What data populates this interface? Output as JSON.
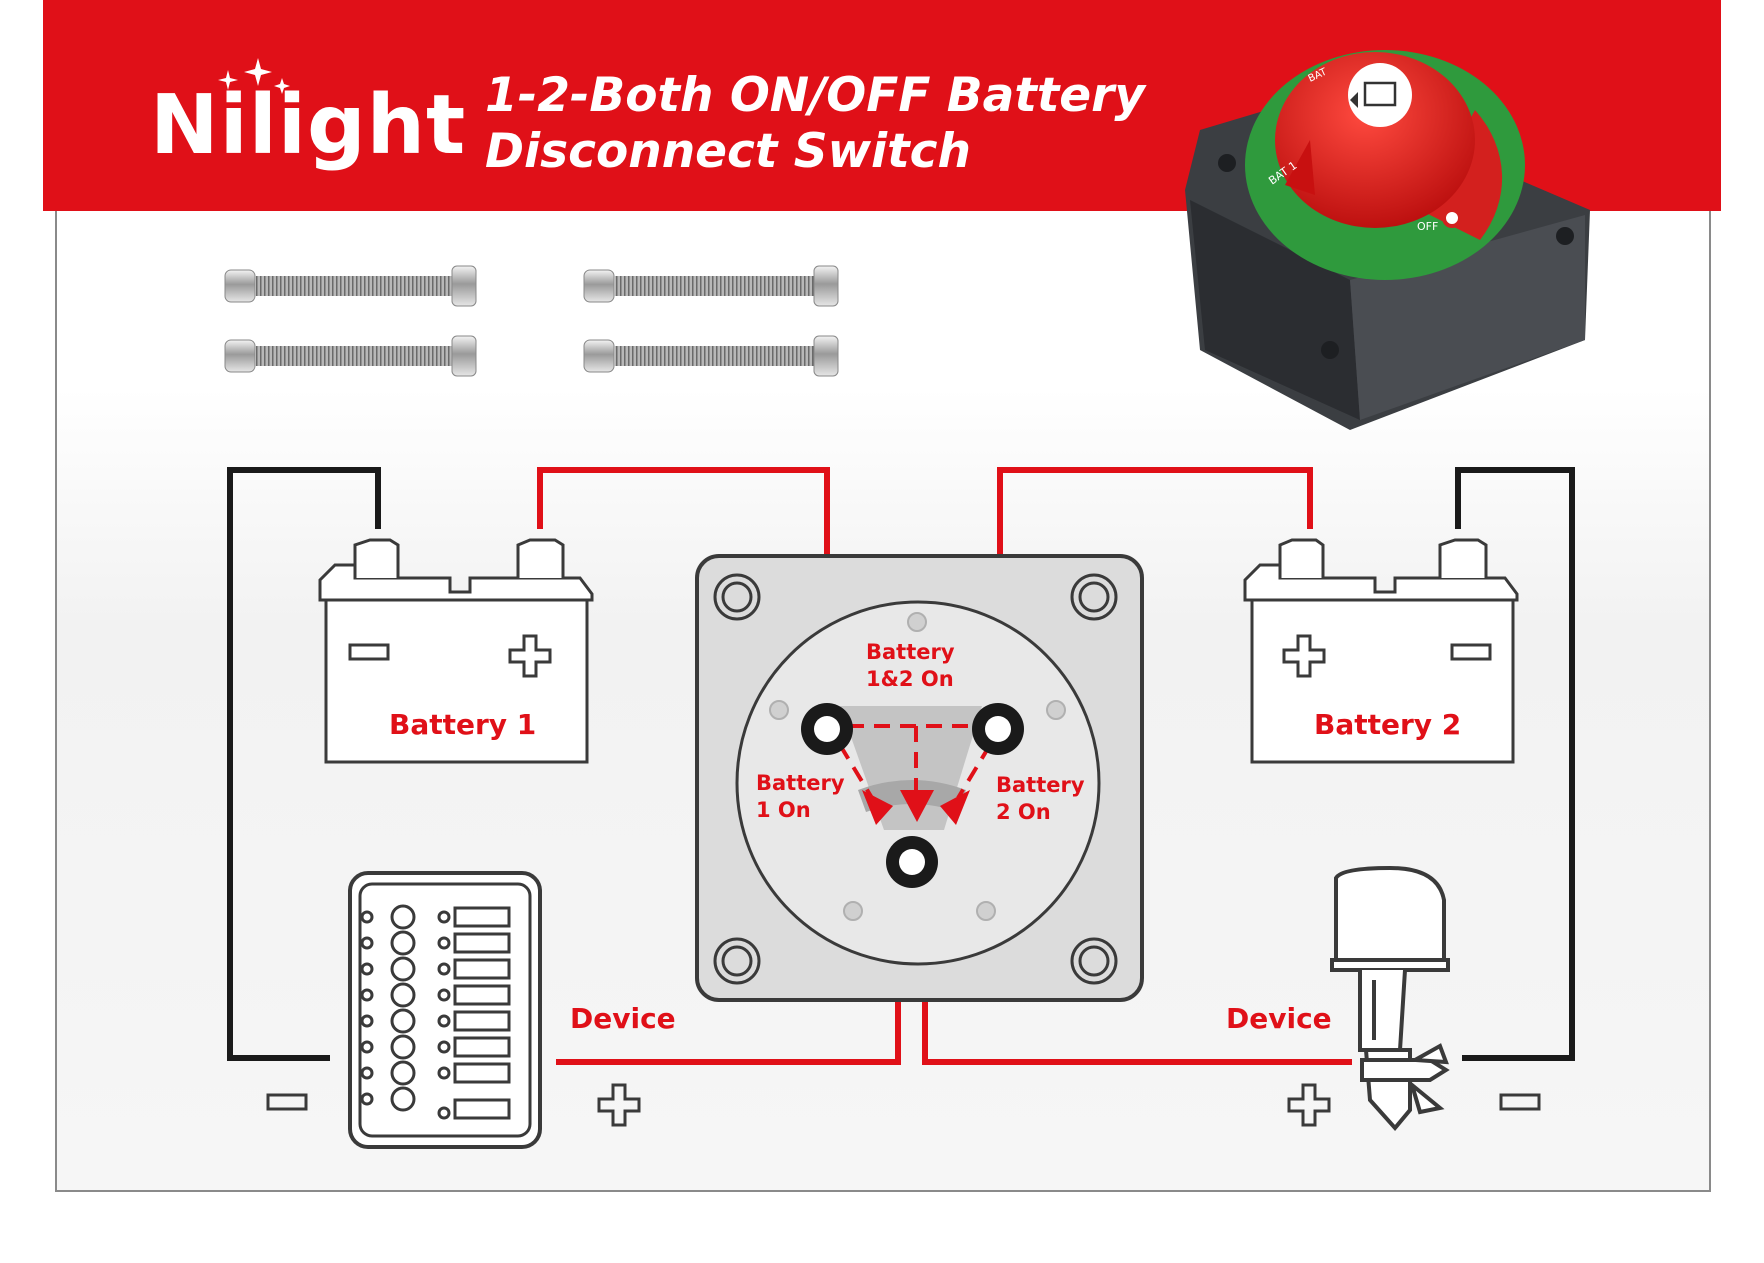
{
  "brand": "Nilight",
  "title": {
    "line1": "1-2-Both ON/OFF Battery",
    "line2": "Disconnect Switch"
  },
  "product": {
    "dial_markings": [
      "BAT",
      "BAT 1",
      "OFF"
    ]
  },
  "labels": {
    "battery1": "Battery 1",
    "battery2": "Battery 2",
    "both_on_1": "Battery",
    "both_on_2": "1&2 On",
    "bat1_on_1": "Battery",
    "bat1_on_2": "1 On",
    "bat2_on_1": "Battery",
    "bat2_on_2": "2 On",
    "device_left": "Device",
    "device_right": "Device"
  },
  "colors": {
    "brand_red": "#e01018",
    "wire_positive": "#e01018",
    "wire_negative": "#1a1a1a",
    "switch_panel": "#dcdcdc",
    "outline": "#3a3a3a"
  },
  "icons": [
    "screw-icon",
    "battery-icon",
    "fuse-panel-icon",
    "outboard-motor-icon",
    "plus-icon",
    "minus-icon"
  ]
}
